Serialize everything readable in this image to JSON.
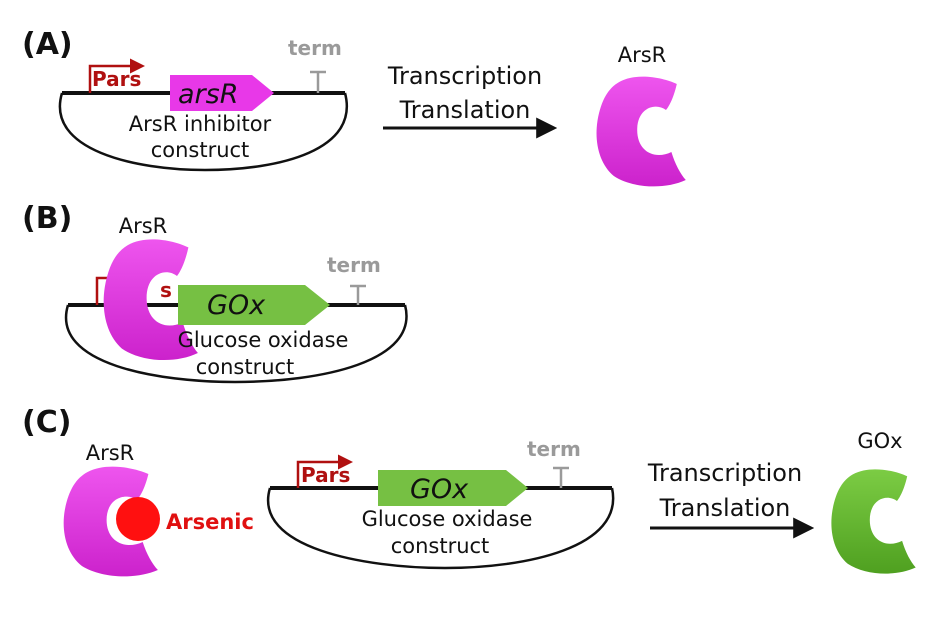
{
  "panels": {
    "a": {
      "label": "(A)",
      "promoter": "Pars",
      "gene": "arsR",
      "terminator": "term",
      "construct_line1": "ArsR inhibitor",
      "construct_line2": "construct",
      "arrow_line1": "Transcription",
      "arrow_line2": "Translation",
      "product": "ArsR"
    },
    "b": {
      "label": "(B)",
      "repressor": "ArsR",
      "promoter_partial": "s",
      "gene": "GOx",
      "terminator": "term",
      "construct_line1": "Glucose oxidase",
      "construct_line2": "construct"
    },
    "c": {
      "label": "(C)",
      "repressor": "ArsR",
      "ligand": "Arsenic",
      "promoter": "Pars",
      "gene": "GOx",
      "terminator": "term",
      "construct_line1": "Glucose oxidase",
      "construct_line2": "construct",
      "arrow_line1": "Transcription",
      "arrow_line2": "Translation",
      "product": "GOx"
    }
  },
  "colors": {
    "arsR_protein": "#e040e0",
    "arsR_gene": "#e838e8",
    "gox_gene": "#76c043",
    "gox_protein": "#62b82e",
    "promoter": "#b01010",
    "terminator": "#9a9a9a",
    "arsenic": "#ff1010"
  }
}
